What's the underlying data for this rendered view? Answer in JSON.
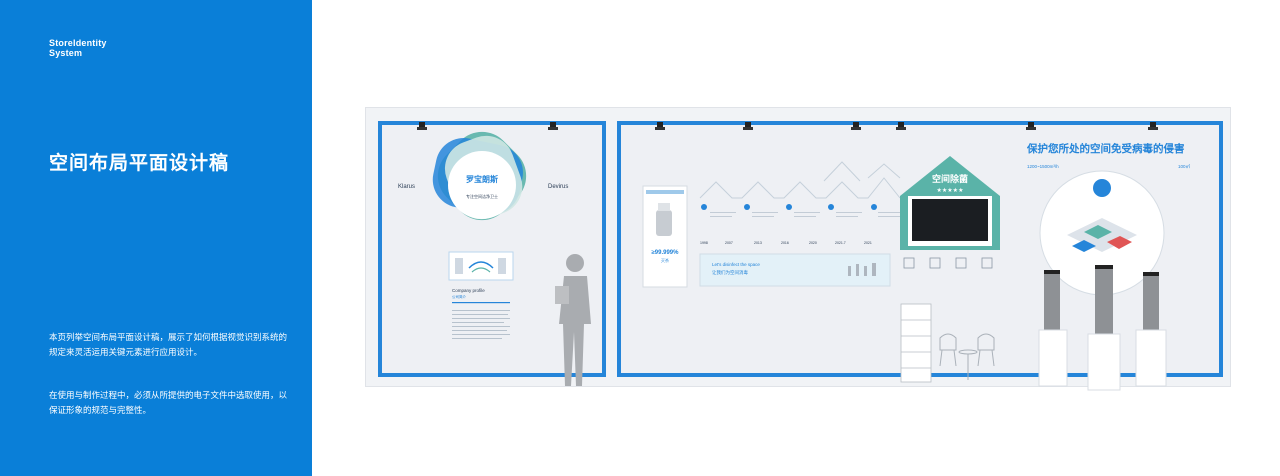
{
  "sidebar": {
    "brand_line1": "StoreIdentity",
    "brand_line2": "System",
    "title": "空间布局平面设计稿",
    "para1": "本页列举空间布局平面设计稿，展示了如何根据视觉识别系统的规定来灵活运用关键元素进行应用设计。",
    "para2": "在使用与制作过程中，必须从所提供的电子文件中选取使用，以保证形象的规范与完整性。"
  },
  "left_panel": {
    "logo_brand": "罗宝朗斯",
    "logo_sub": "专注空间洁净卫士",
    "brand_left": "Klarus",
    "brand_right": "Devirus",
    "company_profile": "Company profile",
    "company_profile_cn": "公司简介"
  },
  "right_panel": {
    "timeline_years": [
      "1998",
      "2007",
      "2013",
      "2016",
      "2020",
      "2021.7",
      "2021"
    ],
    "percent": "≥99.999%",
    "percent_label": "灭杀",
    "banner_en": "Let's disinfect the space",
    "banner_cn": "让我们为空间消毒",
    "house_title": "空间除菌",
    "house_stars": "★★★★★",
    "headline": "保护您所处的空间免受病毒的侵害",
    "stat_left": "1200~1500m³/h",
    "stat_right": "100㎡"
  },
  "colors": {
    "sidebar_blue": "#0a7fd8",
    "accent_blue": "#2585d9",
    "teal": "#5ab3a8",
    "light_teal": "#cfe7e3"
  }
}
